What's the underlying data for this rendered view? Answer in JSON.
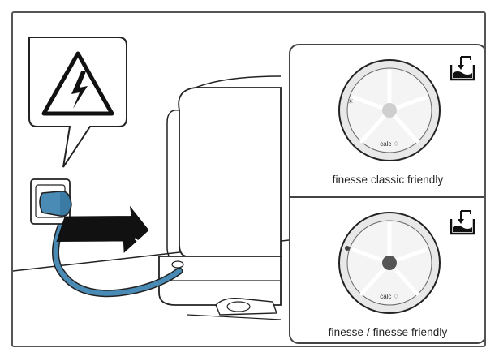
{
  "diagram": {
    "top_panel": {
      "caption": "finesse classic friendly",
      "dial_label": "calc ♢"
    },
    "bottom_panel": {
      "caption": "finesse / finesse friendly",
      "dial_label": "calc ♢"
    },
    "icons": [
      "warning-electric-icon",
      "water-tank-fill-icon",
      "power-plug-icon",
      "push-arrow-icon"
    ],
    "colors": {
      "cable": "#4a8bb5",
      "line": "#222222",
      "dial_fill": "#e8e8e8"
    }
  }
}
